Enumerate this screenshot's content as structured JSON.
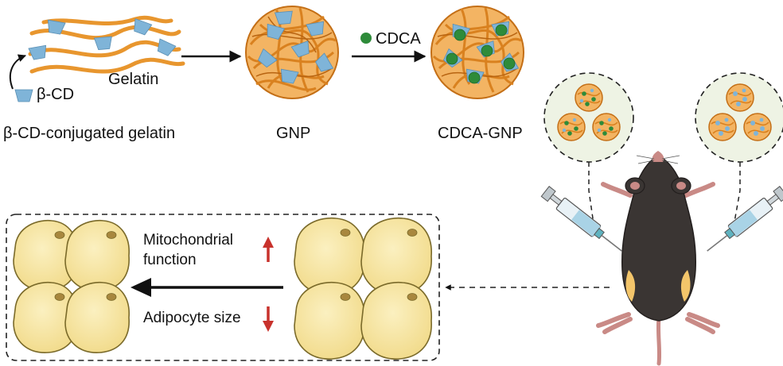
{
  "labels": {
    "cd_short": "β-CD",
    "gelatin": "Gelatin",
    "conjugate": "β-CD-conjugated gelatin",
    "gnp": "GNP",
    "cdca": "CDCA",
    "cdca_gnp": "CDCA-GNP",
    "mito_line1": "Mitochondrial",
    "mito_line2": "function",
    "adipocyte_size": "Adipocyte size"
  },
  "indicators": {
    "mitochondrial_function": "up",
    "adipocyte_size": "down"
  },
  "colors": {
    "gelatin_orange": "#E8962E",
    "cd_blue": "#7FB4D8",
    "cdca_green": "#2E8B3A",
    "adipocyte_fill": "#F6E6A2",
    "indicator_red": "#C8322C",
    "mouse_dark": "#3A3533"
  }
}
